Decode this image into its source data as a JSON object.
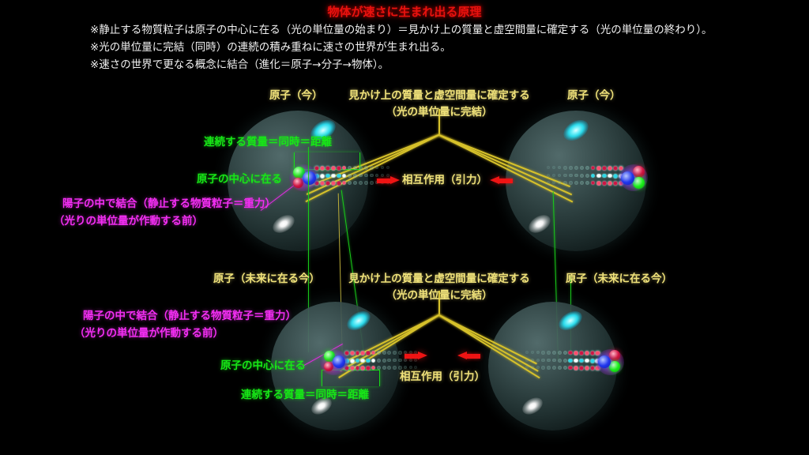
{
  "page": {
    "title": "物体が速さに生まれ出る原理",
    "background_color": "#000000"
  },
  "colors": {
    "title_red": "#e8120e",
    "header_white": "#f2f2f2",
    "label_yellow": "#f0e27a",
    "label_green": "#17e617",
    "label_magenta": "#f22ef2",
    "arrow_red": "#ef1414",
    "line_yellow": "#d6c12b",
    "line_green": "#19c919",
    "sphere_teal": "#3a5050",
    "glow_cyan": "#29d9ea",
    "glow_white": "#ffffff",
    "particle_green": "#19ee19",
    "particle_blue": "#2137ee",
    "particle_red": "#d01342",
    "particle_halo_purple": "#ba5ede"
  },
  "header": {
    "lines": [
      "※静止する物質粒子は原子の中心に在る（光の単位量の始まり）＝見かけ上の質量と虚空間量に確定する（光の単位量の終わり）。",
      "※光の単位量に完結（同時）の連続の積み重ねに速さの世界が生まれ出る。",
      "※速さの世界で更なる概念に結合（進化＝原子→分子→物体）。"
    ]
  },
  "top_row": {
    "left_atom_label": "原子（今）",
    "right_atom_label": "原子（今）",
    "center_label_line1": "見かけ上の質量と虚空間量に確定する",
    "center_label_line2": "（光の単位量に完結）",
    "green_label_mass": "連続する質量＝同時＝距離",
    "green_label_center": "原子の中心に在る",
    "magenta_label_line1": "陽子の中で結合（静止する物質粒子＝重力）",
    "magenta_label_line2": "（光りの単位量が作動する前）",
    "interaction_label": "相互作用（引力）",
    "arrow_right_icon": "arrow-right-icon",
    "arrow_left_icon": "arrow-left-icon"
  },
  "bottom_row": {
    "left_atom_label": "原子（未来に在る今）",
    "right_atom_label": "原子（未来に在る今）",
    "center_label_line1": "見かけ上の質量と虚空間量に確定する",
    "center_label_line2": "（光の単位量に完結）",
    "green_label_mass": "連続する質量＝同時＝距離",
    "green_label_center": "原子の中心に在る",
    "magenta_label_line1": "陽子の中で結合（静止する物質粒子＝重力）",
    "magenta_label_line2": "（光りの単位量が作動する前）",
    "interaction_label": "相互作用（引力）",
    "arrow_right_icon": "arrow-right-icon",
    "arrow_left_icon": "arrow-left-icon"
  }
}
